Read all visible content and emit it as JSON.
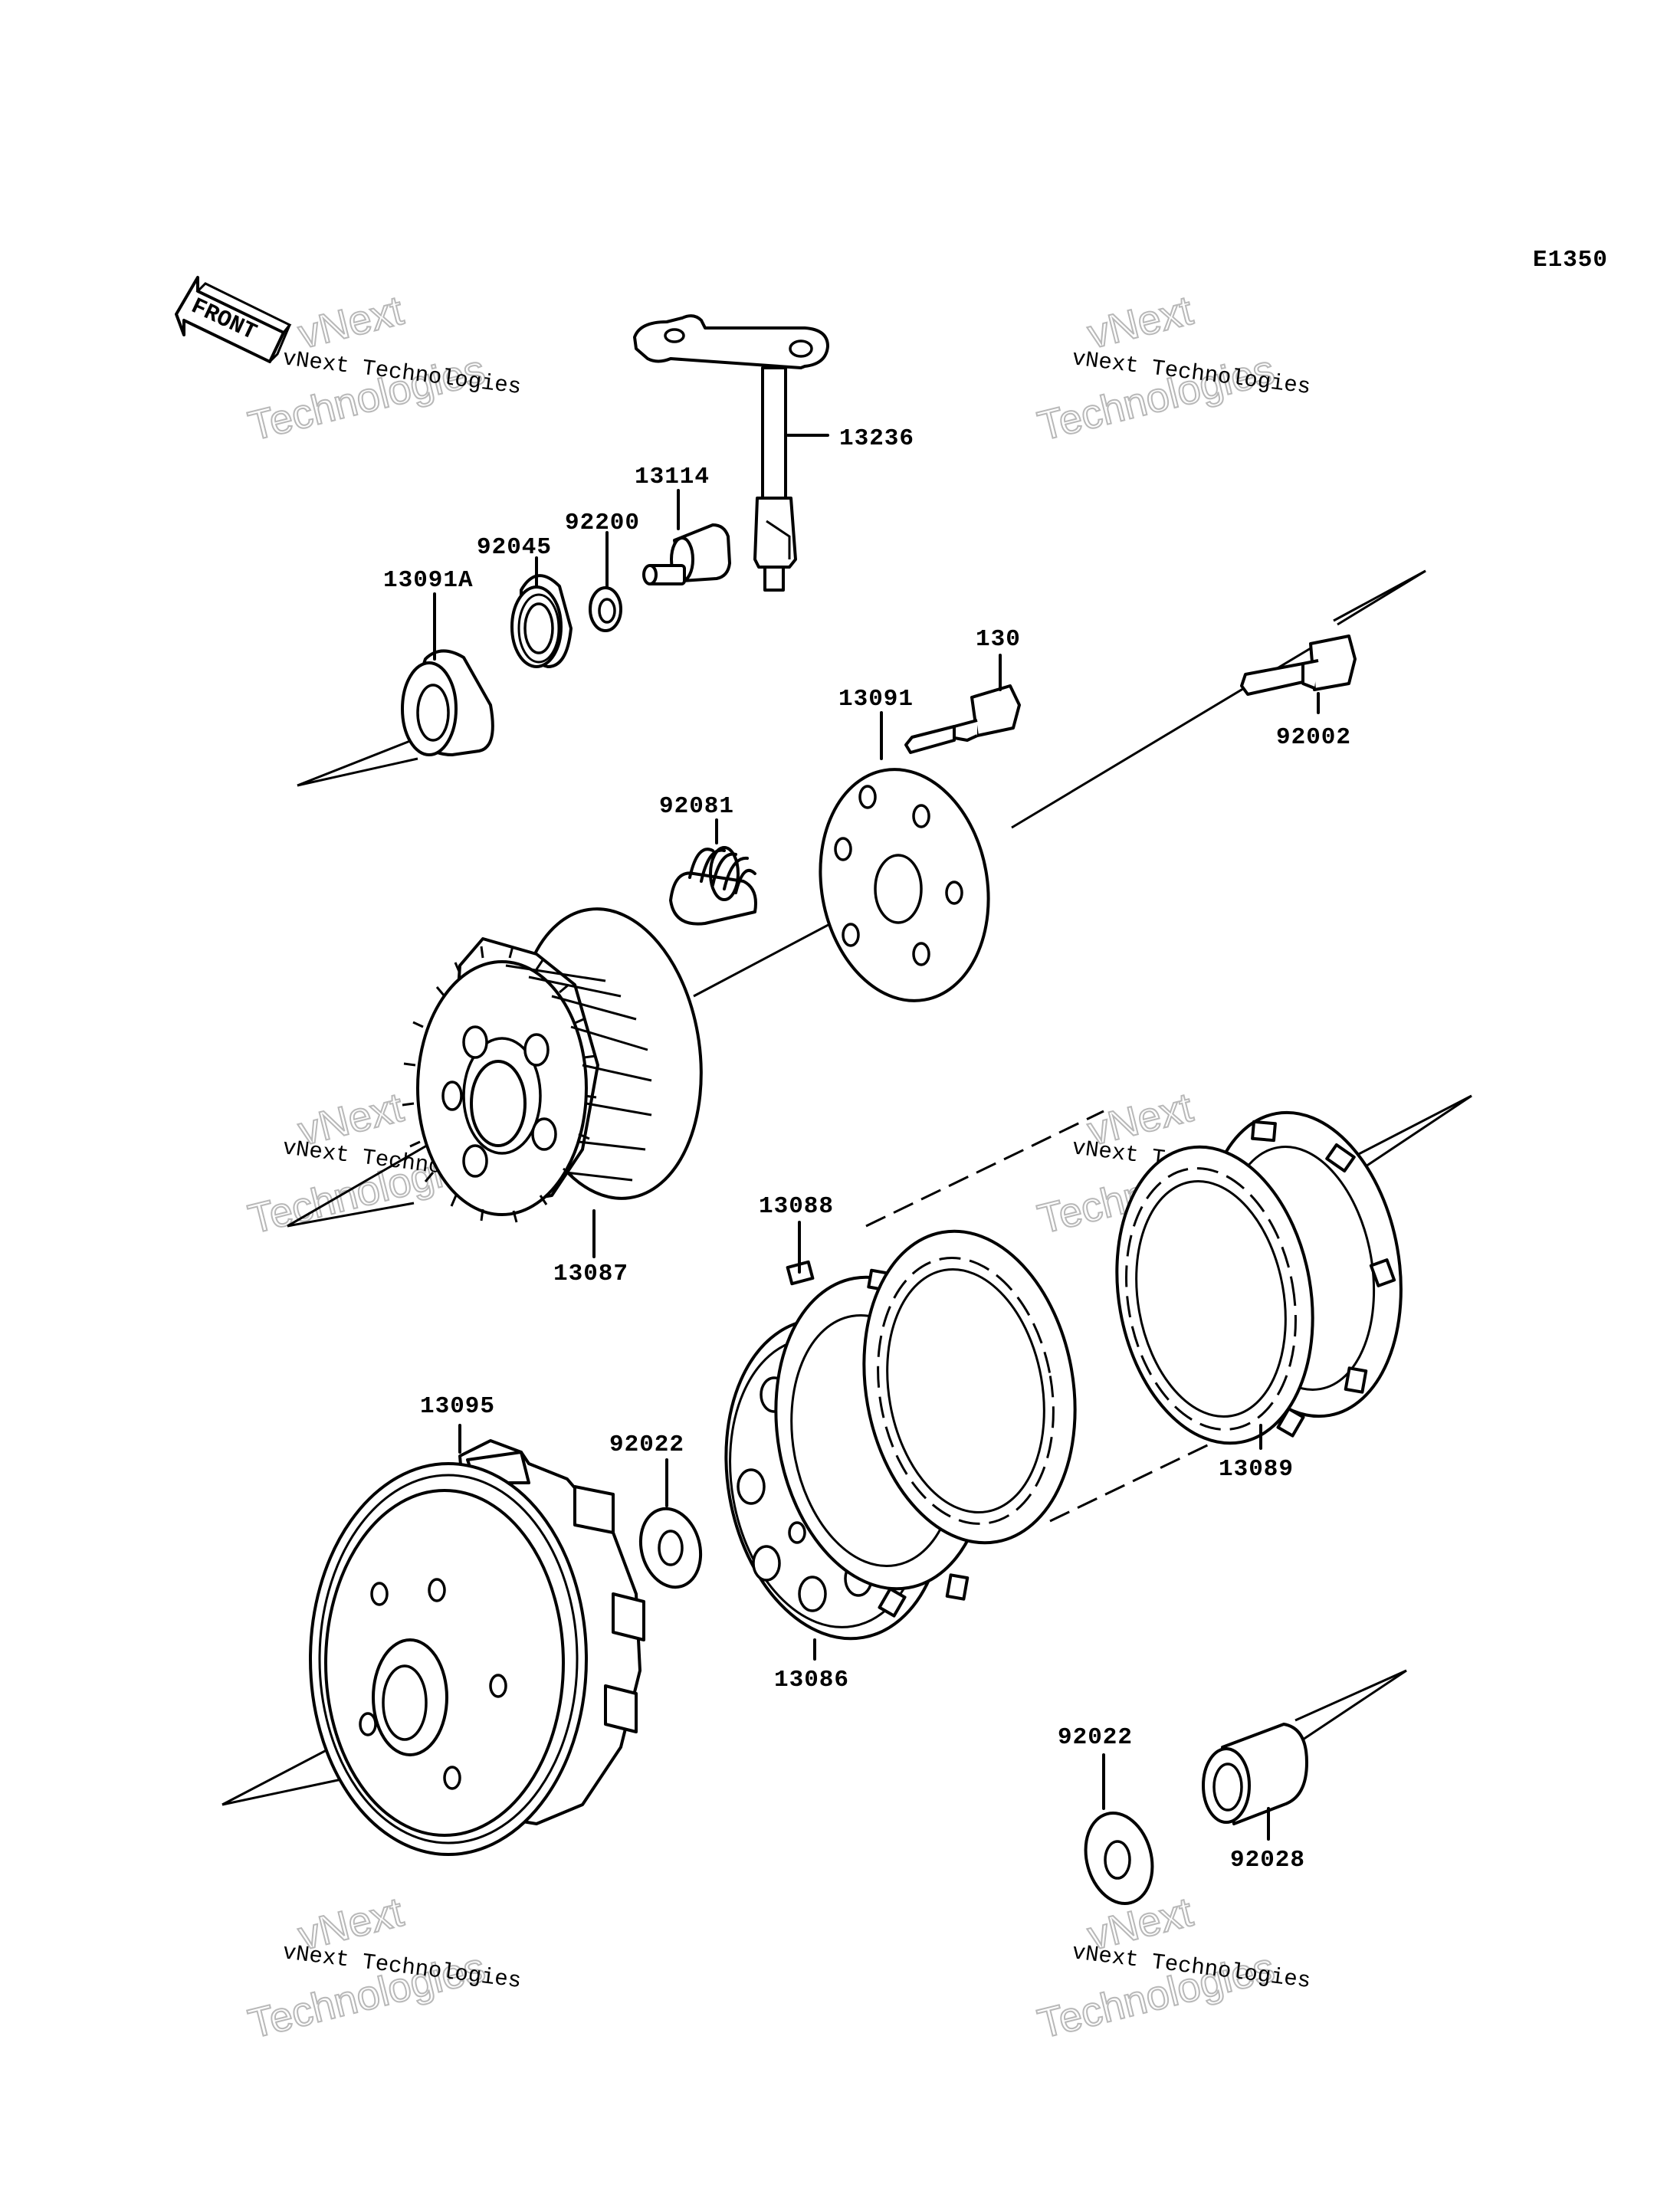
{
  "diagram_code": "E1350",
  "front_label": "FRONT",
  "watermark": {
    "line1": "vNext Technologies",
    "big_top": "vNext",
    "big_bottom": "Technologies"
  },
  "parts": {
    "p13236": "13236",
    "p13114": "13114",
    "p92200": "92200",
    "p92045": "92045",
    "p13091A": "13091A",
    "p130": "130",
    "p92002": "92002",
    "p13091": "13091",
    "p92081": "92081",
    "p13087": "13087",
    "p13088": "13088",
    "p13089": "13089",
    "p13095": "13095",
    "p92022a": "92022",
    "p13086": "13086",
    "p92022b": "92022",
    "p92028": "92028"
  }
}
